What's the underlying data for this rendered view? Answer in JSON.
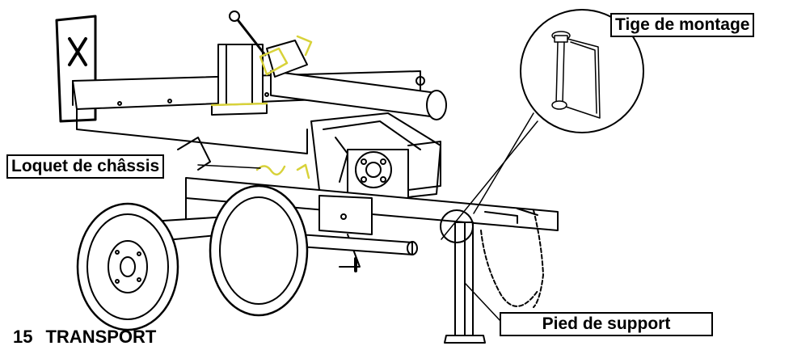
{
  "callouts": {
    "mounting_rod": "Tige de montage",
    "frame_latch": "Loquet de châssis",
    "support_foot": "Pied de support"
  },
  "caption": {
    "number": "15",
    "title": "TRANSPORT"
  },
  "colors": {
    "line": "#000000",
    "highlight": "#d8d23a",
    "background": "#ffffff"
  },
  "icons": [
    "log-splitter-illustration",
    "mounting-rod-pin-icon",
    "wheel-icon",
    "chain-icon"
  ]
}
